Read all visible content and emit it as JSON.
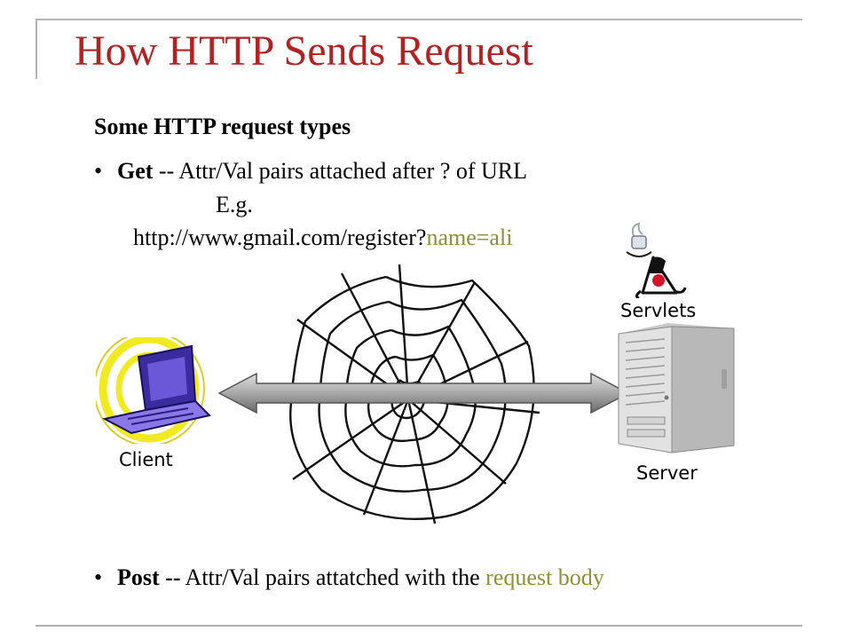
{
  "slide": {
    "title": "How HTTP Sends Request",
    "subtitle": "Some HTTP request types",
    "get_bullet": {
      "bullet": "•",
      "keyword": "Get",
      "text": " -- Attr/Val pairs attached after ? of URL",
      "example_label": "E.g.",
      "example_url_base": "http://www.gmail.com/register?",
      "example_url_query": "name=ali"
    },
    "post_bullet": {
      "bullet": "•",
      "keyword": "Post --",
      "text": " Attr/Val pairs attatched with the ",
      "highlight": "request body"
    }
  },
  "diagram": {
    "client_label": "Client",
    "server_label": "Server",
    "servlets_label": "Servlets"
  },
  "colors": {
    "title": "#b22222",
    "highlight": "#8f8f3a",
    "frame": "#b3b3b3"
  }
}
